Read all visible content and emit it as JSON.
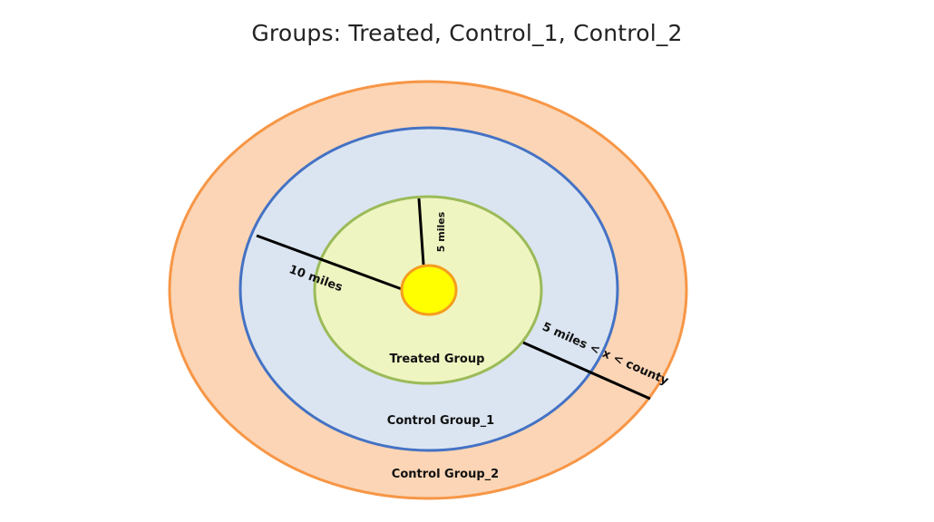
{
  "title": "Groups: Treated, Control_1, Control_2",
  "labels": {
    "treated_group": "Treated Group",
    "control_group_1": "Control Group_1",
    "control_group_2": "Control Group_2",
    "radius_5_miles": "5 miles",
    "radius_10_miles": "10 miles",
    "radius_outer": "5 miles < x < county"
  },
  "colors": {
    "outer_fill": "#fbd5b5",
    "outer_stroke": "#f79646",
    "middle_fill": "#dbe5f1",
    "middle_stroke": "#4472c4",
    "inner_fill": "#eff5c1",
    "inner_stroke": "#9bbb59",
    "center_fill": "#ffff00",
    "center_stroke": "#f59d1f",
    "line": "#000000"
  }
}
